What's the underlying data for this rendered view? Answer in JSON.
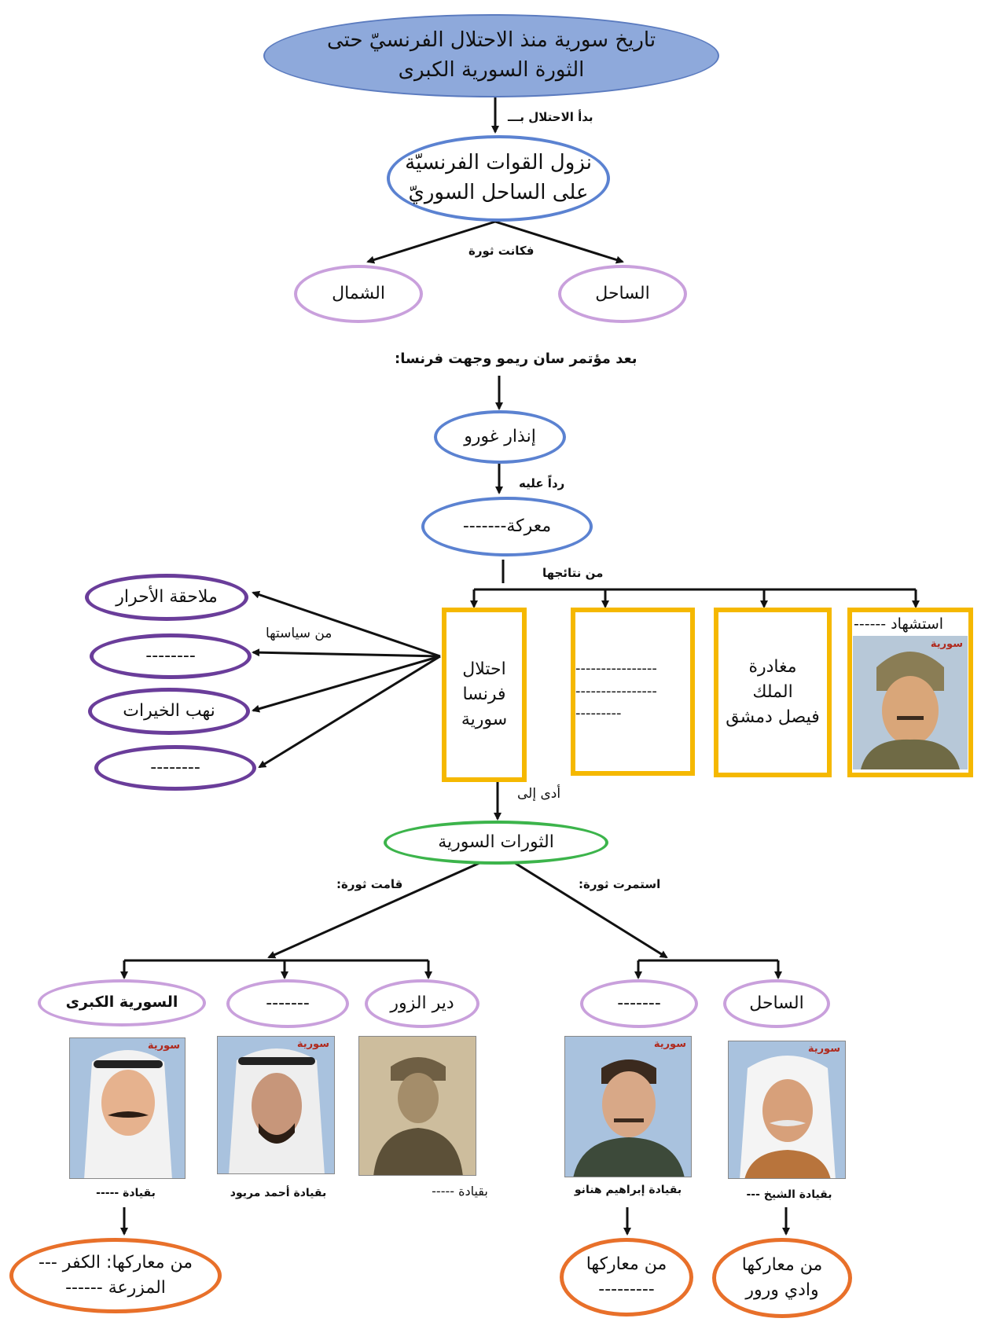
{
  "title": {
    "line1": "تاريخ سورية منذ الاحتلال الفرنسيّ حتى",
    "line2": "الثورة السورية الكبرى"
  },
  "labels": {
    "start": "بدأ الاحتلال بـــ",
    "revolt": "فكانت ثورة",
    "after_sanremo": "بعد مؤتمر سان ريمو وجهت فرنسا:",
    "in_response": "رداً عليه",
    "results": "من نتائجها",
    "policy": "من سياستها",
    "led_to": "أدى إلى",
    "continued": "استمرت ثورة:",
    "started": "قامت ثورة:"
  },
  "nodes": {
    "landing_1": "نزول القوات الفرنسيّة",
    "landing_2": "على الساحل السوريّ",
    "north": "الشمال",
    "coast": "الساحل",
    "gouraud": "إنذار غورو",
    "battle": "معركة-------",
    "revolutions": "الثورات السورية"
  },
  "policies": [
    "ملاحقة الأحرار",
    "--------",
    "نهب الخيرات",
    "--------"
  ],
  "results": {
    "occupation": [
      "احتلال",
      "فرنسا",
      "سورية"
    ],
    "blank": [
      "----------------",
      "----------------",
      "---------"
    ],
    "faisal": [
      "مغادرة",
      "الملك",
      "فيصل دمشق"
    ],
    "martyr": "استشهاد ------"
  },
  "stamp_text": "سورية",
  "revolts": {
    "great": "السورية الكبرى",
    "mid_blank": "-------",
    "deir": "دير الزور",
    "right_blank": "-------",
    "sahel": "الساحل"
  },
  "captions": {
    "great": "بقيادة -----",
    "mid": "بقيادة أحمد مريود",
    "deir": "بقيادة -----",
    "hananu": "بقيادة إبراهيم هنانو",
    "sheikh": "بقيادة الشيخ ---"
  },
  "battles": {
    "left_1": "من معاركها: الكفر ---",
    "left_2": "المزرعة ------",
    "mid_1": "من معاركها",
    "mid_2": "---------",
    "right_1": "من معاركها",
    "right_2": "وادي ورور"
  },
  "colors": {
    "title_fill": "#8ea9db",
    "title_border": "#5b7bbf",
    "blue_border": "#5b82d1",
    "lavender_border": "#c9a0dc",
    "purple_border": "#6a3d9a",
    "green_border": "#3cb44b",
    "orange_border": "#e8702a",
    "gold_border": "#f5b800"
  },
  "icons": [
    "portrait-photo",
    "arrow-down"
  ]
}
